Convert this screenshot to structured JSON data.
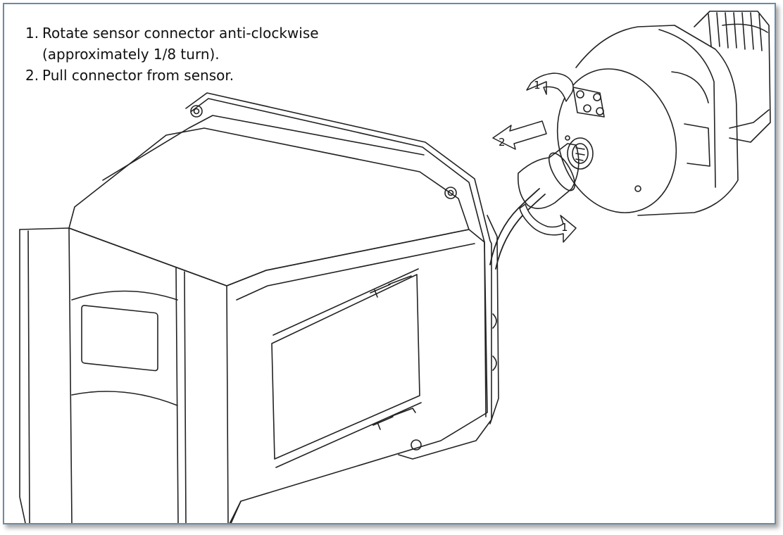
{
  "instructions": {
    "steps": [
      {
        "number": "1.",
        "text": "Rotate sensor connector anti-clockwise",
        "continuation": "(approximately 1/8 turn)."
      },
      {
        "number": "2.",
        "text": "Pull connector from sensor."
      }
    ]
  },
  "callouts": {
    "rotate_top": "1",
    "pull": "2",
    "rotate_bottom": "1"
  },
  "colors": {
    "frame_border": "#6d8aa6",
    "line": "#222222"
  }
}
